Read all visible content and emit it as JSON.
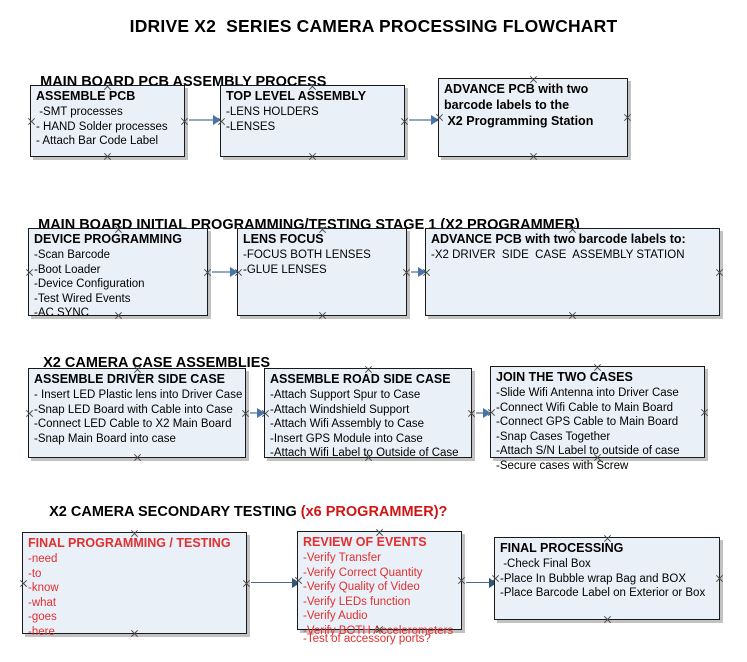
{
  "document": {
    "title": "IDRIVE X2  SERIES CAMERA PROCESSING FLOWCHART",
    "background_color": "#ffffff",
    "node_fill_color": "#eaf0f8",
    "node_border_color": "#1a1a1a",
    "connector_color": "#8fa8c4",
    "accent_color": "#d11414",
    "red_text_color": "#e03030"
  },
  "sections": [
    {
      "id": "main-board-pcb-assembly",
      "heading": "MAIN BOARD PCB ASSEMBLY PROCESS",
      "heading_accent": "",
      "nodes": [
        {
          "id": "assemble-pcb",
          "title": "ASSEMBLE PCB",
          "lines": [
            " -SMT processes",
            "- HAND Solder processes",
            "- Attach Bar Code Label"
          ]
        },
        {
          "id": "top-level-assembly",
          "title": "TOP LEVEL ASSEMBLY",
          "lines": [
            "-LENS HOLDERS",
            "-LENSES"
          ]
        },
        {
          "id": "advance-pcb-programming-station",
          "title": "ADVANCE PCB with two",
          "lines": [
            "barcode labels to the",
            " X2 Programming Station"
          ]
        }
      ]
    },
    {
      "id": "main-board-initial-programming",
      "heading": "MAIN BOARD INITIAL PROGRAMMING/TESTING STAGE 1 (X2 PROGRAMMER)",
      "heading_accent": "",
      "nodes": [
        {
          "id": "device-programming",
          "title": "DEVICE PROGRAMMING",
          "lines": [
            "-Scan Barcode",
            "-Boot Loader",
            "-Device Configuration",
            "-Test Wired Events",
            "-AC SYNC"
          ]
        },
        {
          "id": "lens-focus",
          "title": "LENS FOCUS",
          "lines": [
            "-FOCUS BOTH LENSES",
            "-GLUE LENSES"
          ]
        },
        {
          "id": "advance-pcb-driver-side-case",
          "title": "ADVANCE PCB with two barcode labels to:",
          "lines": [
            "-X2 DRIVER  SIDE  CASE  ASSEMBLY STATION"
          ]
        }
      ]
    },
    {
      "id": "x2-camera-case-assemblies",
      "heading": "X2 CAMERA CASE ASSEMBLIES",
      "heading_accent": "",
      "nodes": [
        {
          "id": "assemble-driver-side-case",
          "title": "ASSEMBLE DRIVER SIDE CASE",
          "lines": [
            "- Insert LED Plastic lens into Driver Case",
            "-Snap LED Board with Cable into Case",
            "-Connect LED Cable to X2 Main Board",
            "-Snap Main Board into case"
          ]
        },
        {
          "id": "assemble-road-side-case",
          "title": "ASSEMBLE ROAD SIDE CASE",
          "lines": [
            "-Attach Support Spur to Case",
            "-Attach Windshield Support",
            "-Attach Wifi Assembly to Case",
            "-Insert GPS Module into Case",
            "-Attach Wifi Label to Outside of Case"
          ]
        },
        {
          "id": "join-the-two-cases",
          "title": "JOIN THE TWO CASES",
          "lines": [
            "-Slide Wifi Antenna into Driver Case",
            "-Connect Wifi Cable to Main Board",
            "-Connect GPS Cable to Main Board",
            "-Snap Cases Together",
            "-Attach S/N Label to outside of case",
            "-Secure cases with Screw"
          ]
        }
      ]
    },
    {
      "id": "x2-camera-secondary-testing",
      "heading": "X2 CAMERA SECONDARY TESTING ",
      "heading_accent": "(x6 PROGRAMMER)?",
      "nodes": [
        {
          "id": "final-programming-testing",
          "title": "FINAL PROGRAMMING / TESTING",
          "lines": [
            "-need",
            "-to",
            "-know",
            "-what",
            "-goes",
            "-here"
          ]
        },
        {
          "id": "review-of-events",
          "title": "REVIEW OF EVENTS",
          "lines": [
            "-Verify Transfer",
            "-Verify Correct Quantity",
            "-Verify Quality of Video",
            "-Verify LEDs function",
            "-Verify Audio",
            "-Verify BOTH Accelerometers"
          ],
          "overflow_line": "-Test of accessory ports?"
        },
        {
          "id": "final-processing",
          "title": "FINAL PROCESSING",
          "lines": [
            " -Check Final Box",
            "-Place In Bubble wrap Bag and BOX",
            "-Place Barcode Label on Exterior or Box"
          ]
        }
      ]
    }
  ]
}
